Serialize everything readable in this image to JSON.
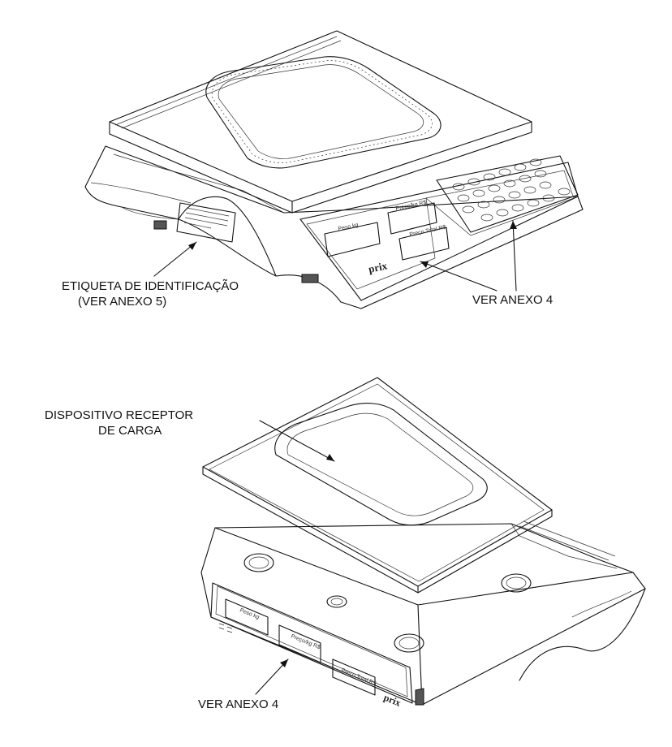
{
  "figure": {
    "top_scale": {
      "label_tag_line1": "ETIQUETA DE IDENTIFICAÇÃO",
      "label_tag_line2": "(VER ANEXO 5)",
      "label_annex4": "VER ANEXO 4",
      "display_peso": "Peso kg",
      "display_preco": "Preço/kg R$",
      "display_total": "Preço Total R$",
      "brand": "prix"
    },
    "bottom_scale": {
      "label_receiver_line1": "DISPOSITIVO RECEPTOR",
      "label_receiver_line2": "DE CARGA",
      "label_annex4": "VER ANEXO 4",
      "display_peso": "Peso kg",
      "display_preco": "Preço/kg R$",
      "display_total": "Preço Total R$",
      "brand": "prix"
    }
  }
}
